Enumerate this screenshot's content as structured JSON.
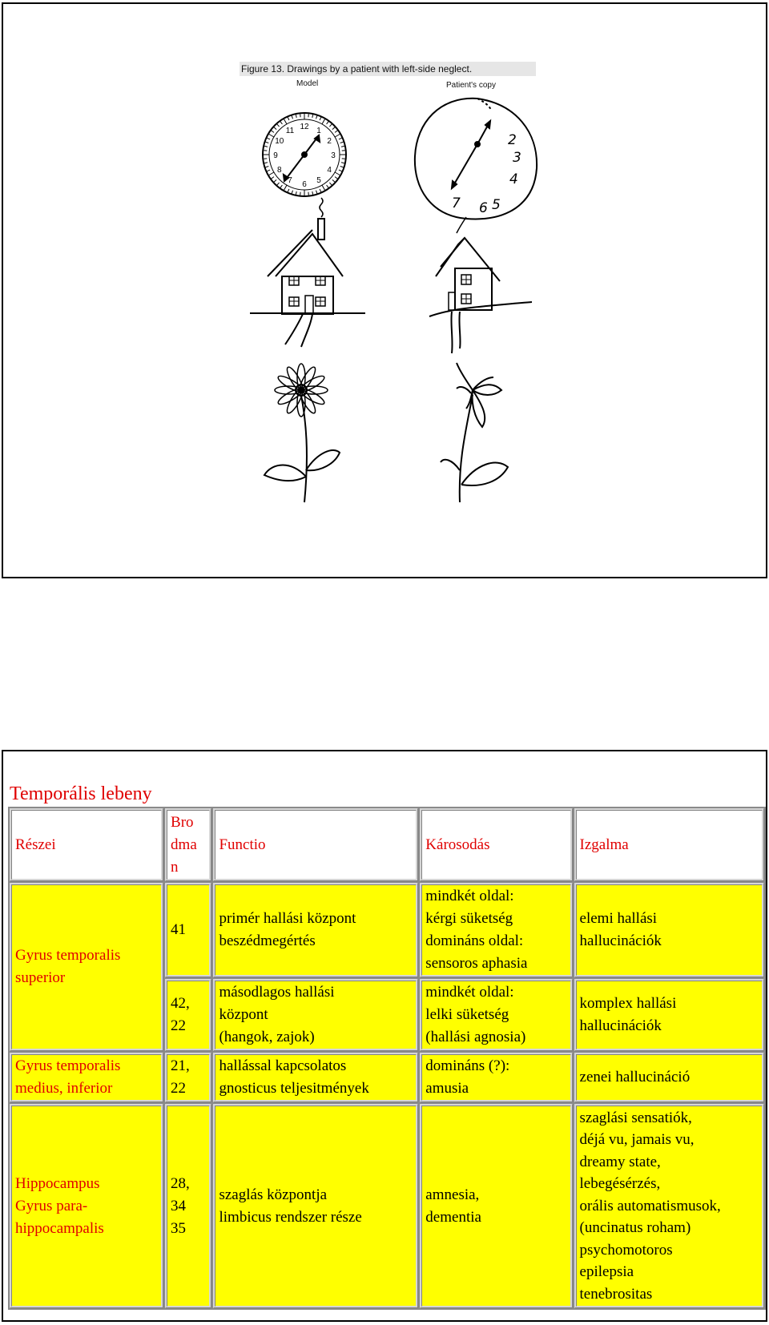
{
  "figure": {
    "caption": "Figure 13.  Drawings by a patient with left-side neglect.",
    "model_label": "Model",
    "copy_label": "Patient's copy",
    "clock_numbers": [
      "12",
      "1",
      "2",
      "3",
      "4",
      "5",
      "6",
      "7",
      "8",
      "9",
      "10",
      "11"
    ],
    "copy_clock_numbers": [
      "2",
      "3",
      "4",
      "5",
      "6",
      "7"
    ]
  },
  "table": {
    "title": "Temporális lebeny",
    "headers": {
      "parts": "Részei",
      "brodmann": [
        "Bro",
        "dma",
        "n"
      ],
      "function": "Functio",
      "damage": "Károsodás",
      "irritation": "Izgalma"
    },
    "rows": [
      {
        "part": [
          "Gyrus temporalis",
          "superior"
        ],
        "brodmann": [
          "41"
        ],
        "function": [
          "primér hallási központ",
          "beszédmegértés"
        ],
        "damage": [
          "mindkét oldal:",
          "kérgi süketség",
          "domináns oldal:",
          "sensoros aphasia"
        ],
        "irritation": [
          "elemi hallási",
          "hallucinációk"
        ]
      },
      {
        "brodmann": [
          "42,",
          "22"
        ],
        "function": [
          "másodlagos hallási",
          "központ",
          "(hangok, zajok)"
        ],
        "damage": [
          "mindkét oldal:",
          "lelki süketség",
          "(hallási agnosia)"
        ],
        "irritation": [
          "komplex hallási",
          "hallucinációk"
        ]
      },
      {
        "part": [
          "Gyrus temporalis",
          "medius, inferior"
        ],
        "brodmann": [
          "21,",
          "22"
        ],
        "function": [
          "hallással kapcsolatos",
          "gnosticus teljesitmények"
        ],
        "damage": [
          "domináns (?):",
          "amusia"
        ],
        "irritation": [
          "zenei hallucináció"
        ]
      },
      {
        "part": [
          "Hippocampus",
          "Gyrus para-",
          "hippocampalis"
        ],
        "brodmann": [
          "28,",
          "34",
          "35"
        ],
        "function": [
          "szaglás központja",
          "limbicus rendszer része"
        ],
        "damage": [
          "amnesia,",
          "dementia"
        ],
        "irritation": [
          "szaglási sensatiók,",
          "déjá vu, jamais vu,",
          "dreamy state,",
          "lebegésérzés,",
          "orális automatismusok,",
          "(uncinatus roham)",
          "psychomotoros",
          "epilepsia",
          "tenebrositas"
        ]
      }
    ]
  },
  "colors": {
    "heading_red": "#e00000",
    "cell_yellow": "#ffff00",
    "border_gray": "#8a8a8a"
  }
}
